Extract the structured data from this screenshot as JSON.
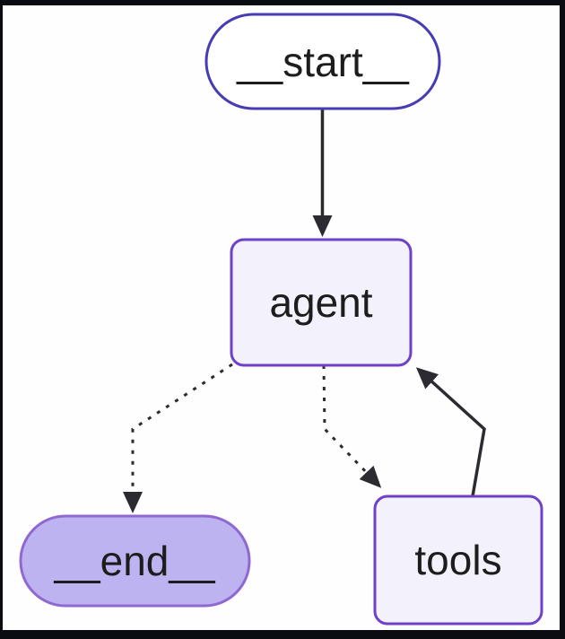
{
  "diagram": {
    "type": "state-graph",
    "nodes": [
      {
        "id": "__start__",
        "label": "__start__",
        "shape": "stadium"
      },
      {
        "id": "agent",
        "label": "agent",
        "shape": "rounded-rect"
      },
      {
        "id": "__end__",
        "label": "__end__",
        "shape": "stadium"
      },
      {
        "id": "tools",
        "label": "tools",
        "shape": "rounded-rect"
      }
    ],
    "edges": [
      {
        "from": "__start__",
        "to": "agent",
        "style": "solid"
      },
      {
        "from": "agent",
        "to": "__end__",
        "style": "dotted"
      },
      {
        "from": "agent",
        "to": "tools",
        "style": "dotted"
      },
      {
        "from": "tools",
        "to": "agent",
        "style": "solid"
      }
    ],
    "colors": {
      "frame": "#0b0b12",
      "background": "#fefefe",
      "start_border": "#473cb3",
      "start_fill": "#ffffff",
      "node_border": "#6e41c6",
      "node_fill": "#f3f1fb",
      "end_border": "#8f68d2",
      "end_fill": "#bdb3f0",
      "edge": "#2b2b31",
      "label": "#1d1d1d"
    }
  }
}
